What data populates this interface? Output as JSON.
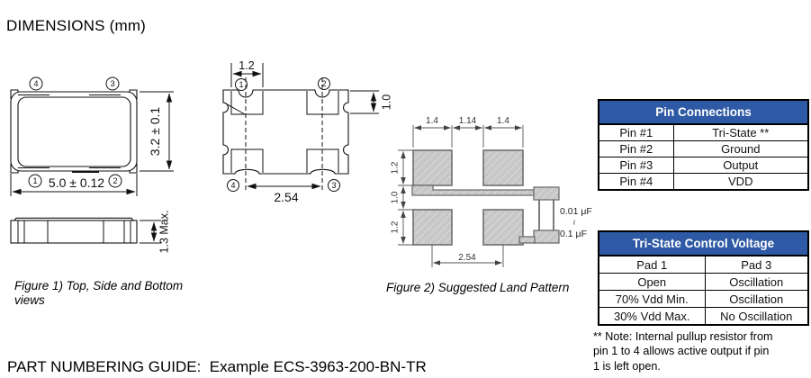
{
  "title": "DIMENSIONS (mm)",
  "part_numbering": "PART NUMBERING GUIDE:  Example ECS-3963-200-BN-TR",
  "figure1": {
    "caption": "Figure 1) Top, Side and Bottom views",
    "top_view": {
      "pin_tl": "4",
      "pin_tr": "3",
      "pin_bl": "1",
      "pin_br": "2",
      "dim_width": "5.0 ± 0.12",
      "dim_height": "3.2 ± 0.1"
    },
    "side_view": {
      "dim_height": "1.3 Max."
    },
    "bottom_view": {
      "pin_tl": "1",
      "pin_tr": "2",
      "pin_bl": "4",
      "pin_br": "3",
      "dim_pad_width": "1.2",
      "dim_pad_height": "1.0",
      "dim_pitch": "2.54"
    }
  },
  "figure2": {
    "caption": "Figure 2) Suggested Land Pattern",
    "dim_pad_left": "1.4",
    "dim_gap": "1.14",
    "dim_pad_right": "1.4",
    "dim_row_top": "1.2",
    "dim_row_mid": "1.0",
    "dim_row_bot": "1.2",
    "dim_pitch": "2.54",
    "cap_min": "0.01 μF",
    "cap_tilde": "~",
    "cap_max": "0.1 μF"
  },
  "pin_table": {
    "title": "Pin Connections",
    "rows": [
      {
        "pin": "Pin #1",
        "connection": "Tri-State **"
      },
      {
        "pin": "Pin #2",
        "connection": "Ground"
      },
      {
        "pin": "Pin #3",
        "connection": "Output"
      },
      {
        "pin": "Pin #4",
        "connection": "VDD"
      }
    ]
  },
  "tristate_table": {
    "title": "Tri-State Control Voltage",
    "headers": {
      "col1": "Pad 1",
      "col2": "Pad 3"
    },
    "rows": [
      {
        "pad1": "Open",
        "pad3": "Oscillation"
      },
      {
        "pad1": "70% Vdd Min.",
        "pad3": "Oscillation"
      },
      {
        "pad1": "30% Vdd Max.",
        "pad3": "No Oscillation"
      }
    ]
  },
  "note": "** Note:  Internal pullup resistor from\npin 1 to 4 allows  active output  if pin\n1 is left open.",
  "colors": {
    "header_bg": "#2E59A4",
    "header_text": "#FFFFFF",
    "pad_fill": "#C7C7C7",
    "pad_border": "#6E6E6E"
  }
}
